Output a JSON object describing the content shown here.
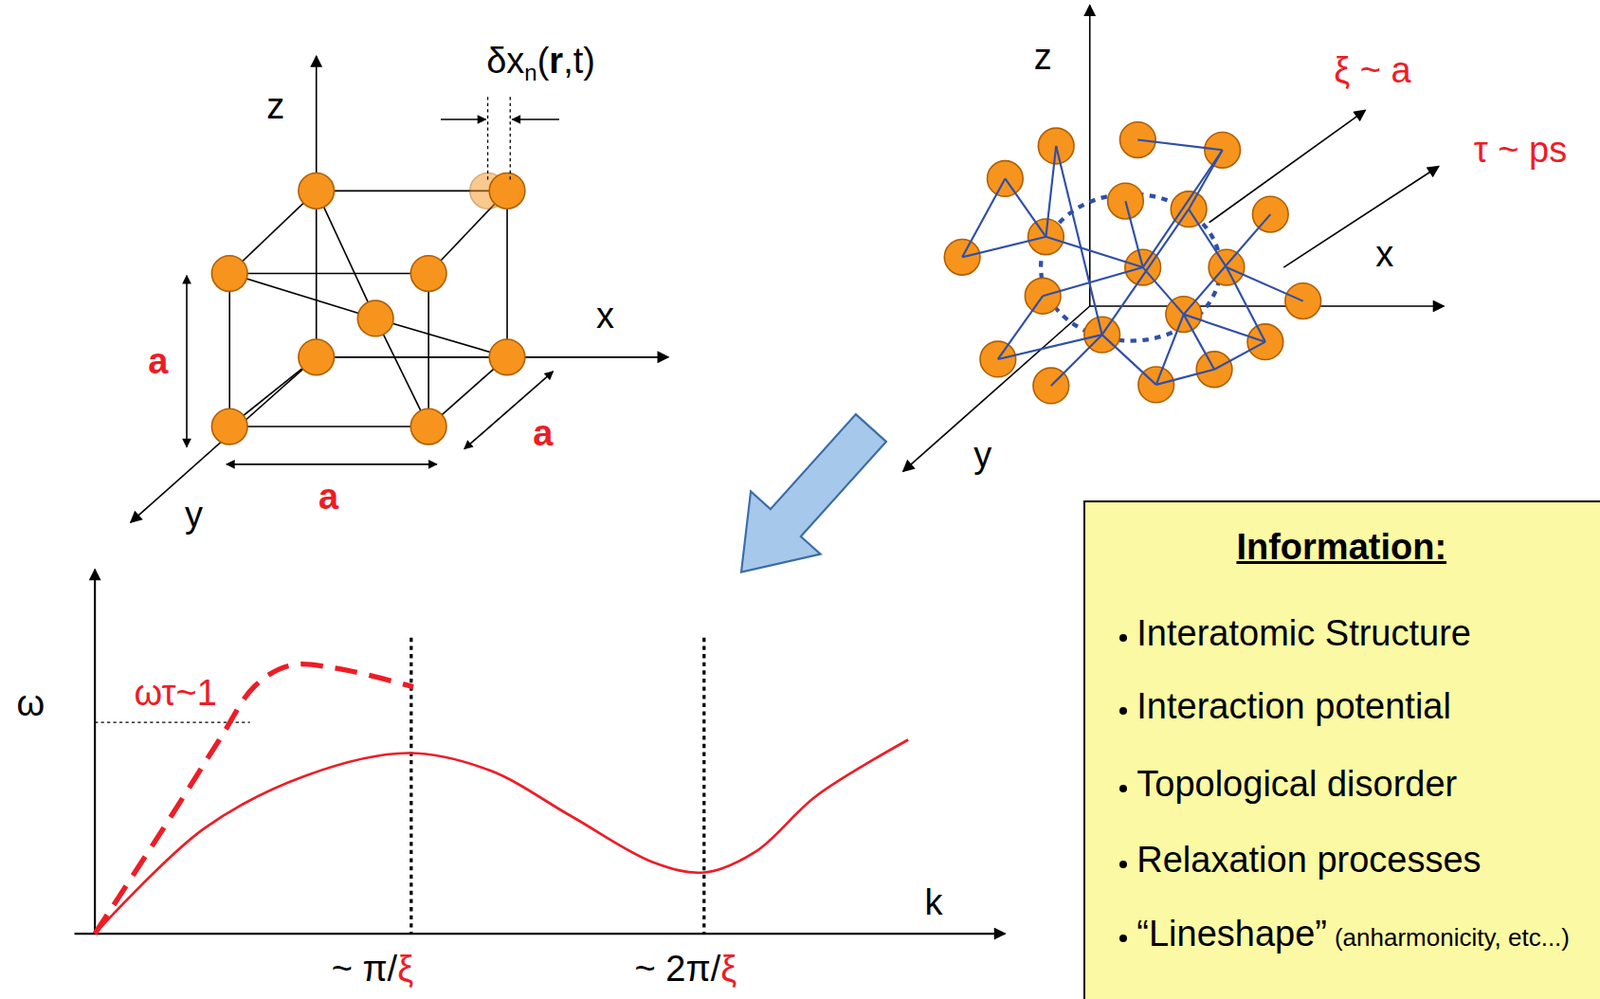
{
  "diagram": {
    "nodes": [
      {
        "text": [
          "Information:",
          "Interatomic Structure",
          "Interaction potential",
          "Topological disorder",
          "Relaxation processes",
          "“Lineshape”",
          "(anharmonicity, etc...)"
        ]
      }
    ],
    "labels": [
      "z",
      "x",
      "y",
      "δx",
      "n",
      "(",
      "r",
      ",t)",
      "a",
      "a",
      "a",
      "z",
      "x",
      "y",
      "ξ ~ a",
      "τ ~ ps",
      "ω",
      "k",
      "ωτ~1",
      "~ π/",
      "ξ",
      "~ 2π/",
      "ξ"
    ]
  }
}
